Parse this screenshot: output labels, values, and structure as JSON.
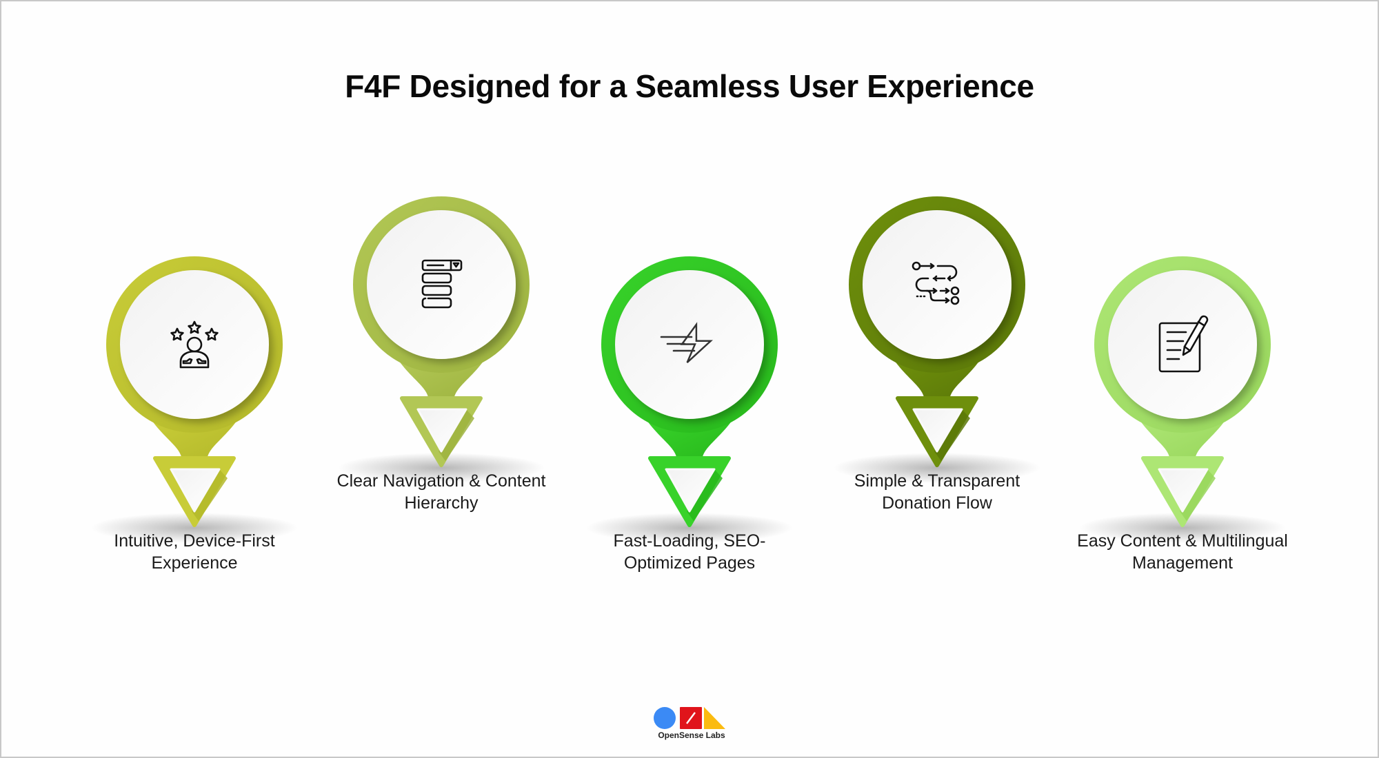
{
  "title": "F4F Designed for a Seamless User Experience",
  "pins": [
    {
      "label_line1": "Intuitive, Device-First",
      "label_line2": "Experience",
      "icon": "user-rating-stars-icon",
      "color": "#c8cc38",
      "color_dark": "#b3b82a"
    },
    {
      "label_line1": "Clear Navigation & Content",
      "label_line2": "Hierarchy",
      "icon": "dropdown-menu-list-icon",
      "color": "#b2c755",
      "color_dark": "#9db33f"
    },
    {
      "label_line1": "Fast-Loading, SEO-",
      "label_line2": "Optimized Pages",
      "icon": "fast-lightning-icon",
      "color": "#38d22a",
      "color_dark": "#27b81b"
    },
    {
      "label_line1": "Simple & Transparent",
      "label_line2": "Donation Flow",
      "icon": "flow-steps-icon",
      "color": "#6e8f0c",
      "color_dark": "#5b7808"
    },
    {
      "label_line1": "Easy Content & Multilingual",
      "label_line2": "Management",
      "icon": "document-edit-icon",
      "color": "#ade674",
      "color_dark": "#98d65c"
    }
  ],
  "logo": {
    "name": "OpenSense Labs",
    "colors": {
      "circle": "#3b8af5",
      "square": "#e0141b",
      "triangle": "#fbbb10"
    }
  }
}
